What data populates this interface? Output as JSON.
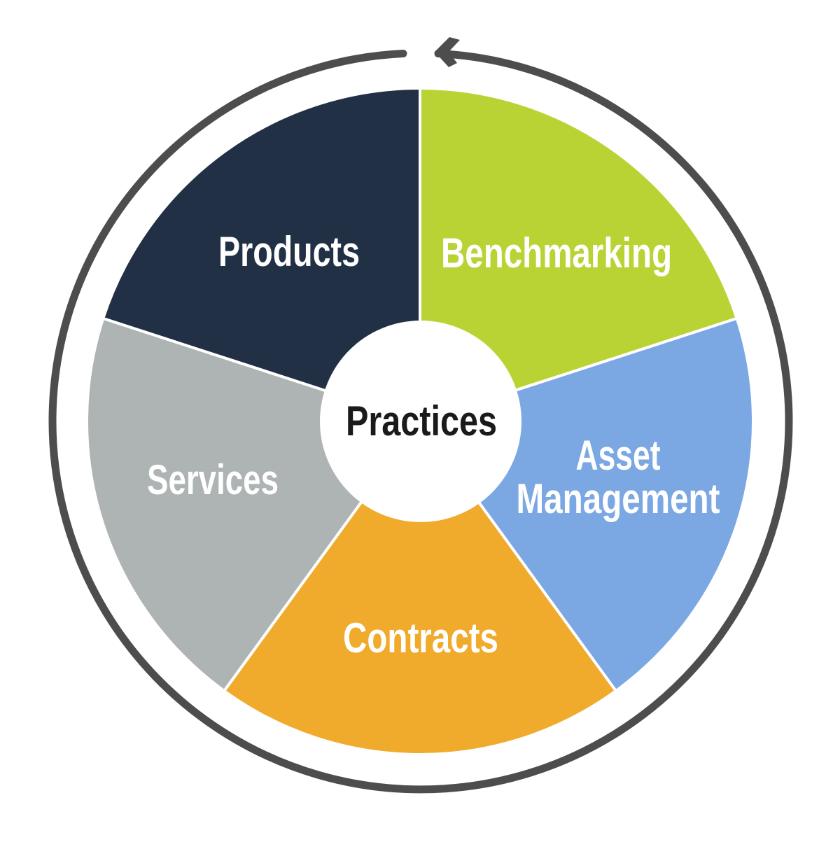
{
  "diagram": {
    "center": {
      "label": "Practices",
      "color": "#1a1a1a"
    },
    "segments": [
      {
        "label": "Benchmarking",
        "color": "#bad334"
      },
      {
        "label_line1": "Asset",
        "label_line2": "Management",
        "color": "#7ba7e2"
      },
      {
        "label": "Contracts",
        "color": "#f0aa2c"
      },
      {
        "label": "Services",
        "color": "#adb4b3"
      },
      {
        "label": "Products",
        "color": "#213045"
      }
    ],
    "cycle_arrow": {
      "direction": "counterclockwise",
      "color": "#4d4d4d"
    }
  }
}
